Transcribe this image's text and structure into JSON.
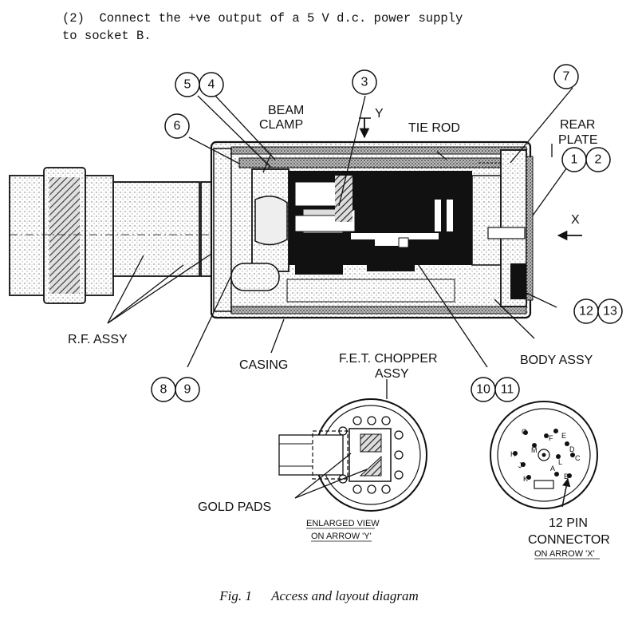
{
  "instruction": "(2)  Connect the +ve output of a 5 V d.c. power supply\nto socket B.",
  "figure": {
    "number": "Fig. 1",
    "caption": "Access and layout diagram"
  },
  "labels": {
    "beam_clamp_1": "BEAM",
    "beam_clamp_2": "CLAMP",
    "tie_rod": "TIE ROD",
    "rear_1": "REAR",
    "rear_2": "PLATE",
    "arrow_y": "Y",
    "arrow_x": "X",
    "rf_assy": "R.F. ASSY",
    "casing": "CASING",
    "fet_1": "F.E.T. CHOPPER",
    "fet_2": "ASSY",
    "body_assy": "BODY ASSY",
    "gold_pads": "GOLD PADS",
    "enlarged_1": "ENLARGED VIEW",
    "enlarged_2": "ON ARROW 'Y'",
    "connector_1": "12 PIN",
    "connector_2": "CONNECTOR",
    "connector_3": "ON ARROW 'X'"
  },
  "callouts": [
    "1",
    "2",
    "3",
    "4",
    "5",
    "6",
    "7",
    "8",
    "9",
    "10",
    "11",
    "12",
    "13"
  ],
  "pins": [
    "A",
    "B",
    "C",
    "D",
    "E",
    "F",
    "G",
    "H",
    "J",
    "K",
    "L",
    "M"
  ]
}
